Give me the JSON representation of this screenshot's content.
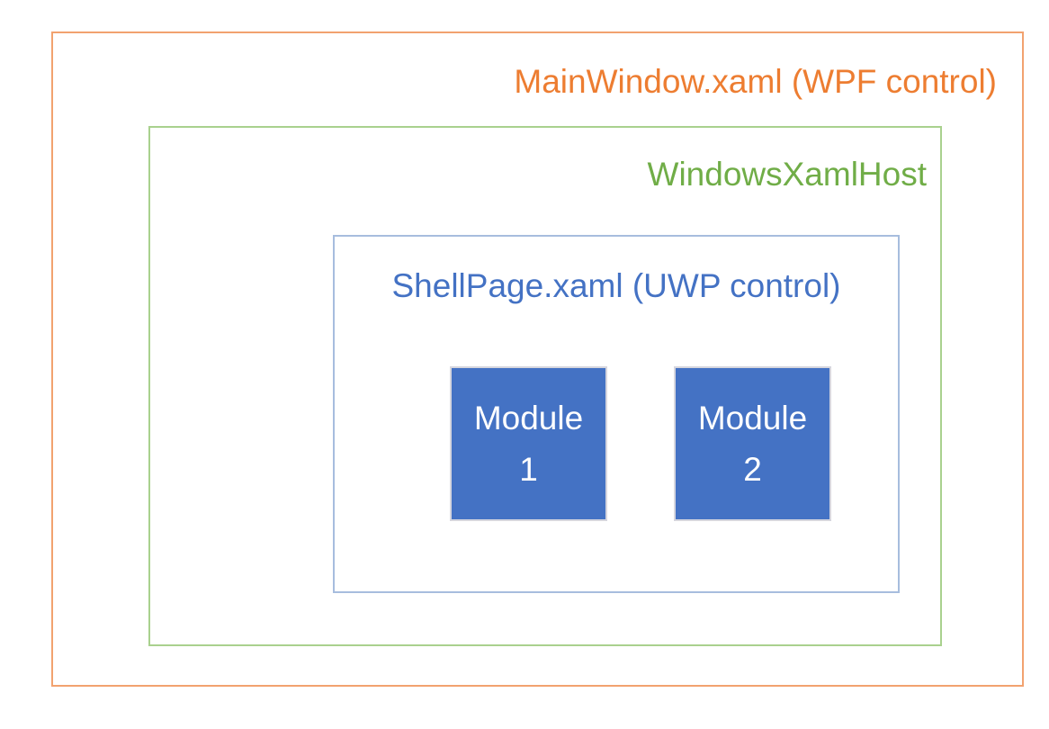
{
  "diagram": {
    "main_window": {
      "label": "MainWindow.xaml (WPF control)",
      "label_color": "#ED7D31",
      "border_color": "#F2A26F"
    },
    "xaml_host": {
      "label": "WindowsXamlHost",
      "label_color": "#70AD47",
      "border_color": "#A9D18E"
    },
    "shell_page": {
      "label": "ShellPage.xaml (UWP control)",
      "label_color": "#4472C4",
      "border_color": "#A7BDDE"
    },
    "modules": [
      {
        "name": "Module",
        "number": "1"
      },
      {
        "name": "Module",
        "number": "2"
      }
    ],
    "module_style": {
      "fill_color": "#4472C4",
      "text_color": "#FFFFFF",
      "border_color": "#D6D6DE"
    }
  }
}
